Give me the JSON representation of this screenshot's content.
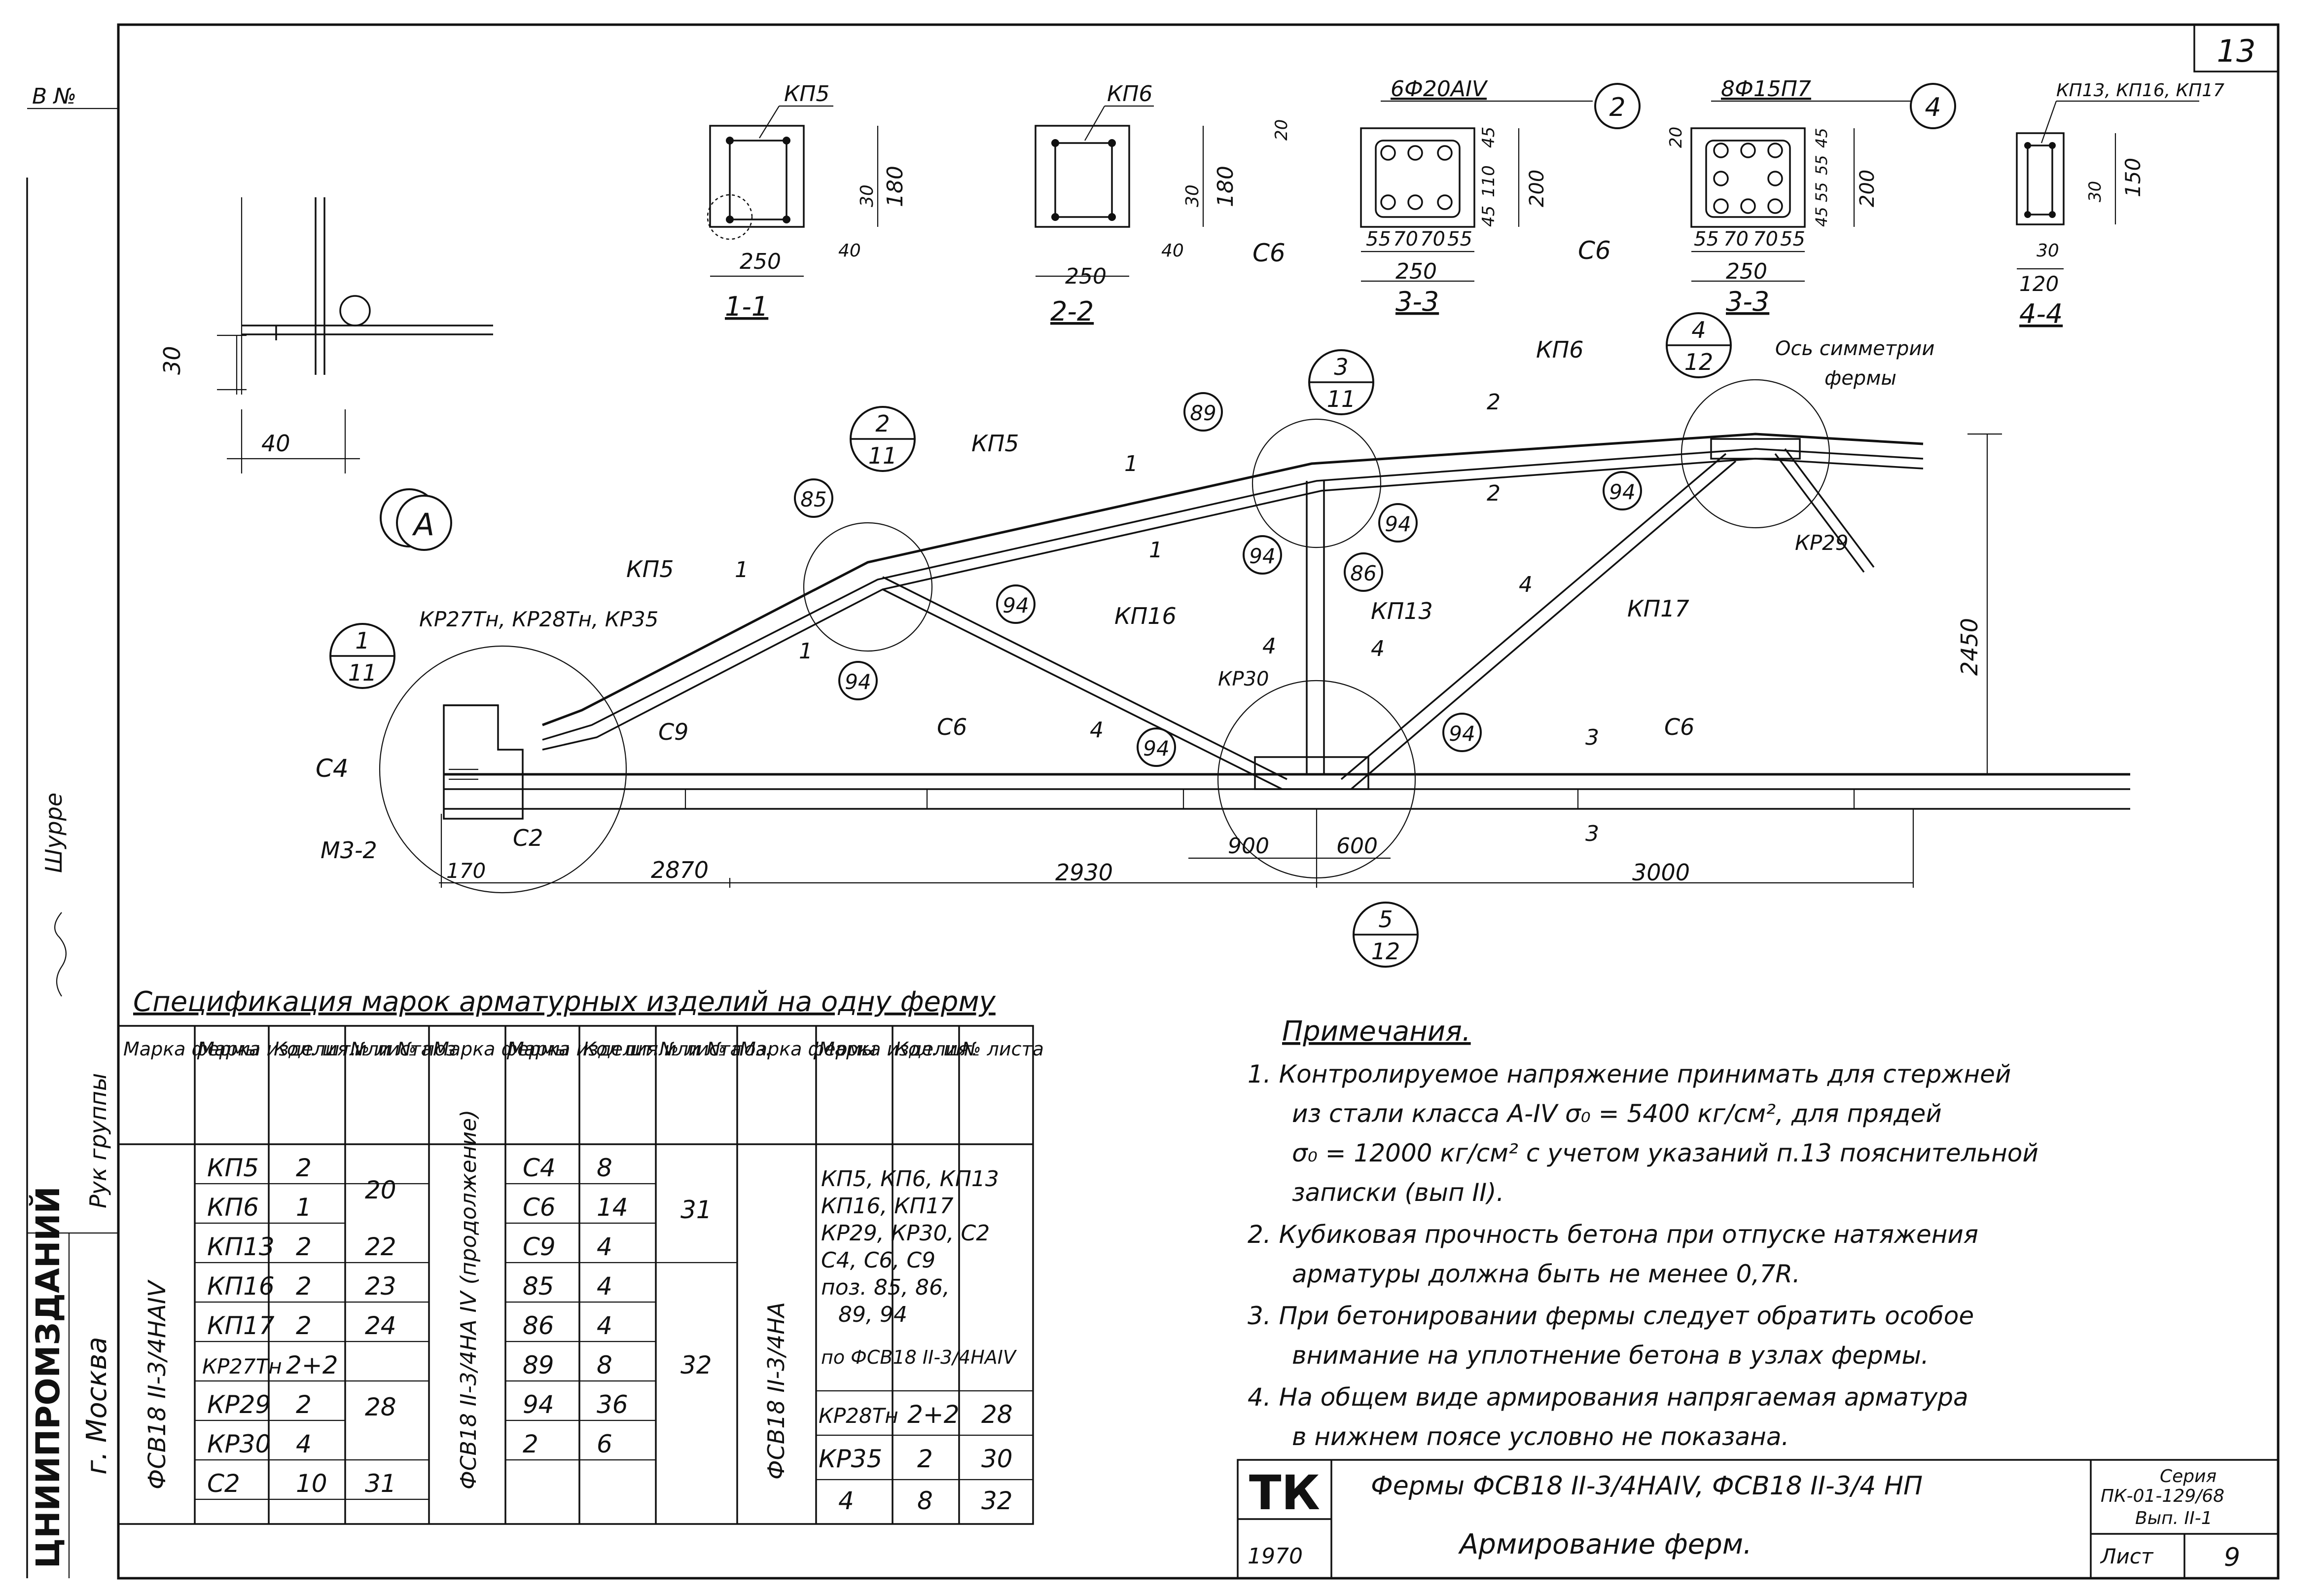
{
  "sheet_number": "13",
  "left_strip": {
    "inv": "В №",
    "org": "ЦНИИПРОМЗДАНИЙ",
    "city": "г. Москва",
    "group_head": "Рук группы",
    "signer": "Шурре"
  },
  "sections": {
    "s1": {
      "tag": "КП5",
      "w": "250",
      "h": "180",
      "c1": "30",
      "c2": "40",
      "title": "1-1"
    },
    "s2": {
      "tag": "КП6",
      "w": "250",
      "h": "180",
      "c1": "30",
      "c2": "40",
      "title": "2-2",
      "side": "С6"
    },
    "s3a": {
      "tag": "6Ф20АIV",
      "pos": "2",
      "spacing": [
        "55",
        "70",
        "70",
        "55"
      ],
      "w": "250",
      "h": "200",
      "vdims": [
        "45",
        "110",
        "45"
      ],
      "top": "20",
      "side": "С6",
      "title": "3-3"
    },
    "s3b": {
      "tag": "8Ф15П7",
      "pos": "4",
      "spacing": [
        "55",
        "70",
        "70",
        "55"
      ],
      "w": "250",
      "h": "200",
      "vdims": [
        "45",
        "55",
        "55",
        "45"
      ],
      "top": "20",
      "title": "3-3"
    },
    "s4": {
      "tag": "КП13, КП16, КП17",
      "w": "120",
      "h": "150",
      "c1": "30",
      "c2": "30",
      "title": "4-4"
    }
  },
  "detailA": {
    "label": "А",
    "d1": "30",
    "d2": "40"
  },
  "truss": {
    "marks": {
      "kp5a": "КП5",
      "kp5b": "КП5",
      "kp6": "КП6",
      "kp16": "КП16",
      "kp13": "КП13",
      "kp17": "КП17",
      "kp29": "КР29",
      "kp30": "КР30",
      "kr27": "КР27Тн, КР28Тн, КР35",
      "c4": "С4",
      "c9": "С9",
      "c6a": "С6",
      "c6b": "С6",
      "c2": "С2",
      "m3": "М3-2",
      "axis1": "Ось симметрии",
      "axis2": "фермы",
      "a": "А"
    },
    "cuts": {
      "c1a": "1",
      "c1b": "1",
      "c1c": "1",
      "c1d": "1",
      "c2a": "2",
      "c2b": "2",
      "c3a": "3",
      "c3b": "3",
      "c4a": "4",
      "c4b": "4",
      "c4c": "4",
      "c4d": "4"
    },
    "positions": {
      "p85": "85",
      "p89": "89",
      "p86": "86",
      "p94a": "94",
      "p94b": "94",
      "p94c": "94",
      "p94d": "94",
      "p94e": "94",
      "p94f": "94",
      "p94g": "94"
    },
    "node_refs": [
      {
        "n": "1",
        "s": "11"
      },
      {
        "n": "2",
        "s": "11"
      },
      {
        "n": "3",
        "s": "11"
      },
      {
        "n": "4",
        "s": "12"
      },
      {
        "n": "5",
        "s": "12"
      }
    ],
    "dims": {
      "d170": "170",
      "d2870": "2870",
      "d2930": "2930",
      "d900": "900",
      "d600": "600",
      "d3000": "3000",
      "d2450": "2450"
    }
  },
  "spec": {
    "title": "Спецификация марок арматурных изделий на одну ферму",
    "headers": {
      "truss": "Марка фермы",
      "item": "Марка изделия или № поз",
      "qty": "Кол. шт.",
      "sheet": "№ листа",
      "item2": "Марка изделия или № поз.",
      "qty2": "Кол шт.",
      "item3": "Марка изделия",
      "qty3": "Кол. шт."
    },
    "group1": "ФСВ18 II-3/4НАIV",
    "rows1": [
      {
        "item": "КП5",
        "qty": "2"
      },
      {
        "item": "КП6",
        "qty": "1"
      },
      {
        "item": "КП13",
        "qty": "2",
        "sheet": "22"
      },
      {
        "item": "КП16",
        "qty": "2",
        "sheet": "23"
      },
      {
        "item": "КП17",
        "qty": "2",
        "sheet": "24"
      },
      {
        "item": "КР27Тн",
        "qty": "2+2"
      },
      {
        "item": "КР29",
        "qty": "2"
      },
      {
        "item": "КР30",
        "qty": "4"
      },
      {
        "item": "С2",
        "qty": "10",
        "sheet": "31"
      }
    ],
    "sheet_20": "20",
    "sheet_28": "28",
    "group2": "ФСВ18 II-3/4НА IV (продолжение)",
    "rows2": [
      {
        "item": "С4",
        "qty": "8"
      },
      {
        "item": "С6",
        "qty": "14"
      },
      {
        "item": "С9",
        "qty": "4"
      },
      {
        "item": "85",
        "qty": "4"
      },
      {
        "item": "86",
        "qty": "4"
      },
      {
        "item": "89",
        "qty": "8"
      },
      {
        "item": "94",
        "qty": "36"
      },
      {
        "item": "2",
        "qty": "6"
      }
    ],
    "sheet_31": "31",
    "sheet_32": "32",
    "group3": "ФСВ18 II-3/4НА",
    "group3_text": [
      "КП5, КП6, КП13",
      "КП16, КП17",
      "КР29, КР30, С2",
      "С4, С6, С9",
      "поз. 85, 86,",
      "89, 94"
    ],
    "group3_note": "по ФСВ18 II-3/4НАIV",
    "rows3": [
      {
        "item": "КР28Тн",
        "qty": "2+2",
        "sheet": "28"
      },
      {
        "item": "КР35",
        "qty": "2",
        "sheet": "30"
      },
      {
        "item": "4",
        "qty": "8",
        "sheet": "32"
      }
    ]
  },
  "notes": {
    "title": "Примечания.",
    "lines": [
      "1.  Контролируемое напряжение принимать для стержней",
      "из стали класса А-IV  σ₀ = 5400 кг/см², для прядей",
      "σ₀ = 12000 кг/см²  с учетом указаний п.13 пояснительной",
      "записки (вып II).",
      "2.  Кубиковая прочность бетона при отпуске натяжения",
      "арматуры должна быть не менее 0,7R.",
      "3.  При бетонировании фермы следует обратить особое",
      "внимание на уплотнение бетона в узлах фермы.",
      "4.  На общем виде армирования напрягаемая арматура",
      "в нижнем поясе условно не показана."
    ]
  },
  "title_block": {
    "code": "ТК",
    "year": "1970",
    "title1": "Фермы  ФСВ18 II-3/4НАIV,  ФСВ18 II-3/4 НП",
    "title2": "Армирование  ферм.",
    "series1": "Серия",
    "series2": "ПК-01-129/68",
    "series3": "Вып. II-1",
    "sheet_label": "Лист",
    "sheet_no": "9"
  }
}
